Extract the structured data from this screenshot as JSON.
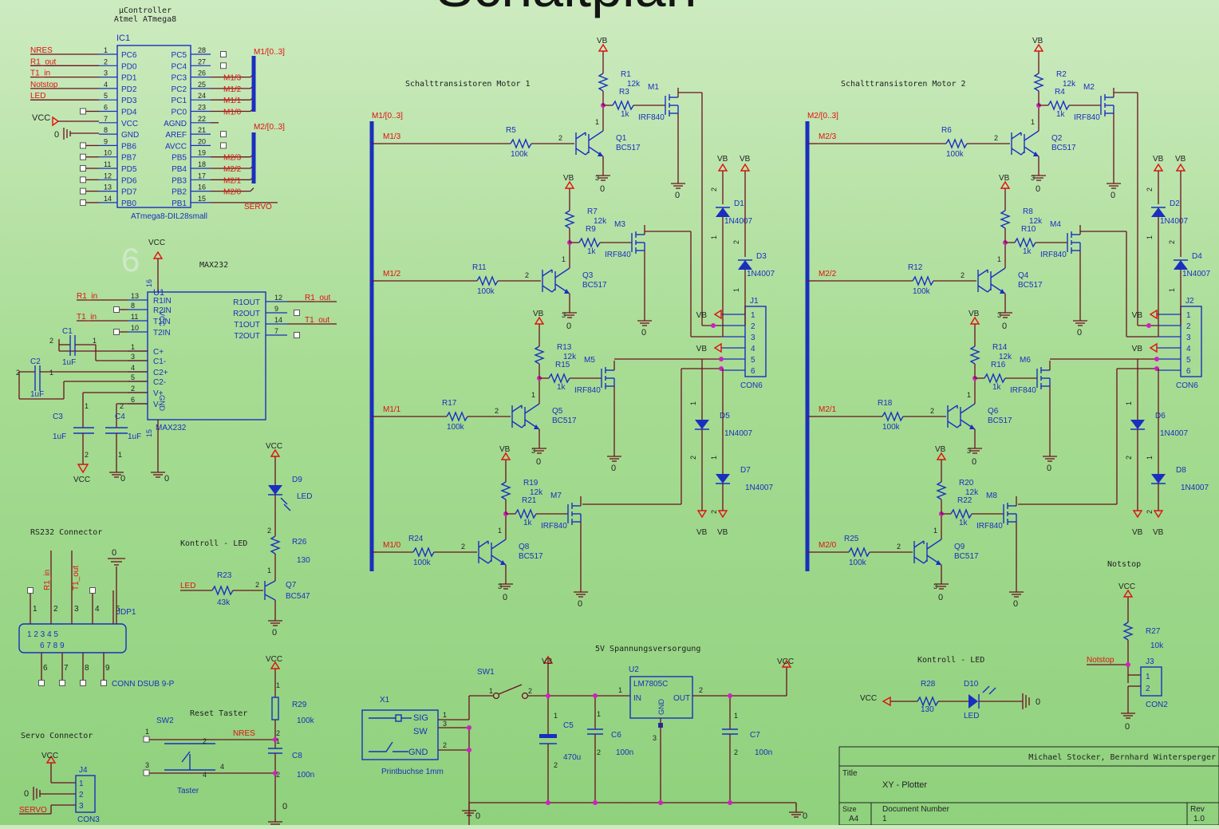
{
  "title": "Schaltplan",
  "mcu": {
    "caption1": "µController",
    "caption2": "Atmel ATmega8",
    "ref": "IC1",
    "part": "ATmega8-DIL28small",
    "left_pins": [
      {
        "num": "1",
        "name": "PC6",
        "net": "NRES"
      },
      {
        "num": "2",
        "name": "PD0",
        "net": "R1_out"
      },
      {
        "num": "3",
        "name": "PD1",
        "net": "T1_in"
      },
      {
        "num": "4",
        "name": "PD2",
        "net": "Notstop"
      },
      {
        "num": "5",
        "name": "PD3",
        "net": "LED"
      },
      {
        "num": "6",
        "name": "PD4",
        "net": ""
      },
      {
        "num": "7",
        "name": "VCC",
        "net": ""
      },
      {
        "num": "8",
        "name": "GND",
        "net": ""
      },
      {
        "num": "9",
        "name": "PB6",
        "net": ""
      },
      {
        "num": "10",
        "name": "PB7",
        "net": ""
      },
      {
        "num": "11",
        "name": "PD5",
        "net": ""
      },
      {
        "num": "12",
        "name": "PD6",
        "net": ""
      },
      {
        "num": "13",
        "name": "PD7",
        "net": ""
      },
      {
        "num": "14",
        "name": "PB0",
        "net": ""
      }
    ],
    "right_pins": [
      {
        "num": "28",
        "name": "PC5",
        "net": ""
      },
      {
        "num": "27",
        "name": "PC4",
        "net": ""
      },
      {
        "num": "26",
        "name": "PC3",
        "net": "M1/3"
      },
      {
        "num": "25",
        "name": "PC2",
        "net": "M1/2"
      },
      {
        "num": "24",
        "name": "PC1",
        "net": "M1/1"
      },
      {
        "num": "23",
        "name": "PC0",
        "net": "M1/0"
      },
      {
        "num": "22",
        "name": "AGND",
        "net": ""
      },
      {
        "num": "21",
        "name": "AREF",
        "net": ""
      },
      {
        "num": "20",
        "name": "AVCC",
        "net": ""
      },
      {
        "num": "19",
        "name": "PB5",
        "net": "M2/3"
      },
      {
        "num": "18",
        "name": "PB4",
        "net": "M2/2"
      },
      {
        "num": "17",
        "name": "PB3",
        "net": "M2/1"
      },
      {
        "num": "16",
        "name": "PB2",
        "net": "M2/0"
      },
      {
        "num": "15",
        "name": "PB1",
        "net": "SERVO"
      }
    ],
    "bus1": "M1/[0..3]",
    "bus2": "M2/[0..3]",
    "vcc": "VCC",
    "gnd": "0"
  },
  "max232": {
    "caption": "MAX232",
    "ref": "U1",
    "part": "MAX232",
    "vcc": "VCC",
    "pin16": "16",
    "pin15": "15",
    "left_pins": [
      {
        "num": "13",
        "name": "R1IN",
        "net": "R1_in"
      },
      {
        "num": "8",
        "name": "R2IN",
        "net": ""
      },
      {
        "num": "11",
        "name": "T1IN",
        "net": "T1_in"
      },
      {
        "num": "10",
        "name": "T2IN",
        "net": ""
      },
      {
        "num": "1",
        "name": "C+",
        "net": ""
      },
      {
        "num": "3",
        "name": "C1-",
        "net": ""
      },
      {
        "num": "4",
        "name": "C2+",
        "net": ""
      },
      {
        "num": "5",
        "name": "C2-",
        "net": ""
      },
      {
        "num": "2",
        "name": "V+",
        "net": ""
      },
      {
        "num": "6",
        "name": "V-",
        "net": ""
      }
    ],
    "right_pins": [
      {
        "num": "12",
        "name": "R1OUT",
        "net": "R1_out"
      },
      {
        "num": "9",
        "name": "R2OUT",
        "net": ""
      },
      {
        "num": "14",
        "name": "T1OUT",
        "net": "T1_out"
      },
      {
        "num": "7",
        "name": "T2OUT",
        "net": ""
      }
    ],
    "vcc_inner": "VCC",
    "gnd_inner": "GND",
    "c1": {
      "ref": "C1",
      "val": "1uF",
      "p1": "1",
      "p2": "2"
    },
    "c2": {
      "ref": "C2",
      "val": "1uF",
      "p1": "1",
      "p2": "2"
    },
    "c3": {
      "ref": "C3",
      "val": "1uF",
      "p1": "1",
      "p2": "2",
      "net": "VCC"
    },
    "c4": {
      "ref": "C4",
      "val": "1uF",
      "p1": "2",
      "p2": "1",
      "net": "0"
    },
    "gnd": "0",
    "watermark": "6"
  },
  "led_ctrl": {
    "caption": "Kontroll - LED",
    "vcc": "VCC",
    "d9": {
      "ref": "D9",
      "val": "LED"
    },
    "r26": {
      "ref": "R26",
      "val": "130",
      "p1": "1",
      "p2": "2"
    },
    "r23": {
      "ref": "R23",
      "val": "43k",
      "p": "2"
    },
    "q7": {
      "ref": "Q7",
      "val": "BC547",
      "p1": "1",
      "p2": "2",
      "p3": "3"
    },
    "net": "LED",
    "gnd": "0"
  },
  "rs232": {
    "caption": "RS232 Connector",
    "ref": "JDP1",
    "part": "CONN DSUB 9-P",
    "top_pins": [
      "1",
      "2",
      "3",
      "4",
      "5"
    ],
    "bottom_pins": [
      "6",
      "7",
      "8",
      "9"
    ],
    "inner_top": "1  2  3  4  5",
    "inner_bottom": "6  7  8  9",
    "net1": "R1_in",
    "net2": "T1_out",
    "gnd": "0"
  },
  "servo": {
    "caption": "Servo Connector",
    "ref": "J4",
    "part": "CON3",
    "vcc": "VCC",
    "gnd": "0",
    "net": "SERVO",
    "pins": [
      "1",
      "2",
      "3"
    ]
  },
  "reset": {
    "caption": "Reset Taster",
    "sw": "SW2",
    "part": "Taster",
    "pins": [
      "1",
      "2",
      "3",
      "4"
    ],
    "r29": {
      "ref": "R29",
      "val": "100k",
      "p1": "2",
      "p2": "1"
    },
    "c8": {
      "ref": "C8",
      "val": "100n",
      "p1": "2",
      "p2": "1"
    },
    "vcc": "VCC",
    "net": "NRES",
    "gnd": "0"
  },
  "motor1": {
    "caption": "Schalttransistoren Motor 1",
    "bus": "M1/[0..3]",
    "nets": [
      "M1/3",
      "M1/2",
      "M1/1",
      "M1/0"
    ],
    "resistors": [
      {
        "ref": "R1",
        "val": "12k"
      },
      {
        "ref": "R3",
        "val": "1k"
      },
      {
        "ref": "R5",
        "val": "100k"
      },
      {
        "ref": "R7",
        "val": "12k"
      },
      {
        "ref": "R9",
        "val": "1k"
      },
      {
        "ref": "R11",
        "val": "100k"
      },
      {
        "ref": "R13",
        "val": "12k"
      },
      {
        "ref": "R15",
        "val": "1k"
      },
      {
        "ref": "R17",
        "val": "100k"
      },
      {
        "ref": "R19",
        "val": "12k"
      },
      {
        "ref": "R21",
        "val": "1k"
      },
      {
        "ref": "R24",
        "val": "100k"
      }
    ],
    "transistors": [
      {
        "ref": "Q1",
        "val": "BC517"
      },
      {
        "ref": "Q3",
        "val": "BC517"
      },
      {
        "ref": "Q5",
        "val": "BC517"
      },
      {
        "ref": "Q8",
        "val": "BC517"
      }
    ],
    "mosfets": [
      {
        "ref": "M1",
        "val": "IRF840"
      },
      {
        "ref": "M3",
        "val": "IRF840"
      },
      {
        "ref": "M5",
        "val": "IRF840"
      },
      {
        "ref": "M7",
        "val": "IRF840"
      }
    ],
    "diodes": [
      {
        "ref": "D1",
        "val": "1N4007"
      },
      {
        "ref": "D3",
        "val": "1N4007"
      },
      {
        "ref": "D5",
        "val": "1N4007"
      },
      {
        "ref": "D7",
        "val": "1N4007"
      }
    ],
    "connector": {
      "ref": "J1",
      "part": "CON6",
      "pins": [
        "1",
        "2",
        "3",
        "4",
        "5",
        "6"
      ]
    },
    "vb": "VB",
    "gnd": "0",
    "pin_1": "1",
    "pin_2": "2",
    "pin_3": "3"
  },
  "motor2": {
    "caption": "Schalttransistoren Motor 2",
    "bus": "M2/[0..3]",
    "nets": [
      "M2/3",
      "M2/2",
      "M2/1",
      "M2/0"
    ],
    "resistors": [
      {
        "ref": "R2",
        "val": "12k"
      },
      {
        "ref": "R4",
        "val": "1k"
      },
      {
        "ref": "R6",
        "val": "100k"
      },
      {
        "ref": "R8",
        "val": "12k"
      },
      {
        "ref": "R10",
        "val": "1k"
      },
      {
        "ref": "R12",
        "val": "100k"
      },
      {
        "ref": "R14",
        "val": "12k"
      },
      {
        "ref": "R16",
        "val": "1k"
      },
      {
        "ref": "R18",
        "val": "100k"
      },
      {
        "ref": "R20",
        "val": "12k"
      },
      {
        "ref": "R22",
        "val": "1k"
      },
      {
        "ref": "R25",
        "val": "100k"
      }
    ],
    "transistors": [
      {
        "ref": "Q2",
        "val": "BC517"
      },
      {
        "ref": "Q4",
        "val": "BC517"
      },
      {
        "ref": "Q6",
        "val": "BC517"
      },
      {
        "ref": "Q9",
        "val": "BC517"
      }
    ],
    "mosfets": [
      {
        "ref": "M2",
        "val": "IRF840"
      },
      {
        "ref": "M4",
        "val": "IRF840"
      },
      {
        "ref": "M6",
        "val": "IRF840"
      },
      {
        "ref": "M8",
        "val": "IRF840"
      }
    ],
    "diodes": [
      {
        "ref": "D2",
        "val": "1N4007"
      },
      {
        "ref": "D4",
        "val": "1N4007"
      },
      {
        "ref": "D6",
        "val": "1N4007"
      },
      {
        "ref": "D8",
        "val": "1N4007"
      }
    ],
    "connector": {
      "ref": "J2",
      "part": "CON6",
      "pins": [
        "1",
        "2",
        "3",
        "4",
        "5",
        "6"
      ]
    },
    "vb": "VB",
    "gnd": "0",
    "pin_1": "1",
    "pin_2": "2",
    "pin_3": "3"
  },
  "power": {
    "caption": "5V Spannungsversorgung",
    "x1": {
      "ref": "X1",
      "part": "Printbuchse 1mm",
      "sig": "SIG",
      "sw": "SW",
      "gnd": "GND",
      "p1": "1",
      "p3": "3",
      "p2": "2"
    },
    "sw1": {
      "ref": "SW1",
      "p1": "1",
      "p2": "2"
    },
    "vb": "VB",
    "c5": {
      "ref": "C5",
      "val": "470u",
      "p1": "1",
      "p2": "2"
    },
    "c6": {
      "ref": "C6",
      "val": "100n",
      "p1": "2",
      "p2": "1"
    },
    "u2": {
      "ref": "U2",
      "part": "LM7805C",
      "in": "IN",
      "out": "OUT",
      "gnd": "GND",
      "p1": "1",
      "p2": "2",
      "p3": "3"
    },
    "c7": {
      "ref": "C7",
      "val": "100n",
      "p1": "2",
      "p2": "1"
    },
    "vcc": "VCC",
    "gnd": "0"
  },
  "led_ctrl2": {
    "caption": "Kontroll - LED",
    "vcc": "VCC",
    "r28": {
      "ref": "R28",
      "val": "130"
    },
    "d10": {
      "ref": "D10",
      "val": "LED"
    },
    "gnd": "0"
  },
  "notstop": {
    "caption": "Notstop",
    "vcc": "VCC",
    "r27": {
      "ref": "R27",
      "val": "10k"
    },
    "j3": {
      "ref": "J3",
      "part": "CON2",
      "pins": [
        "1",
        "2"
      ]
    },
    "net": "Notstop",
    "gnd": "0"
  },
  "titleblock": {
    "authors": "Michael Stocker, Bernhard Wintersperger",
    "title_label": "Title",
    "title": "XY - Plotter",
    "size_label": "Size",
    "size": "A4",
    "docnum_label": "Document Number",
    "docnum": "1",
    "rev_label": "Rev",
    "rev": "1.0"
  }
}
